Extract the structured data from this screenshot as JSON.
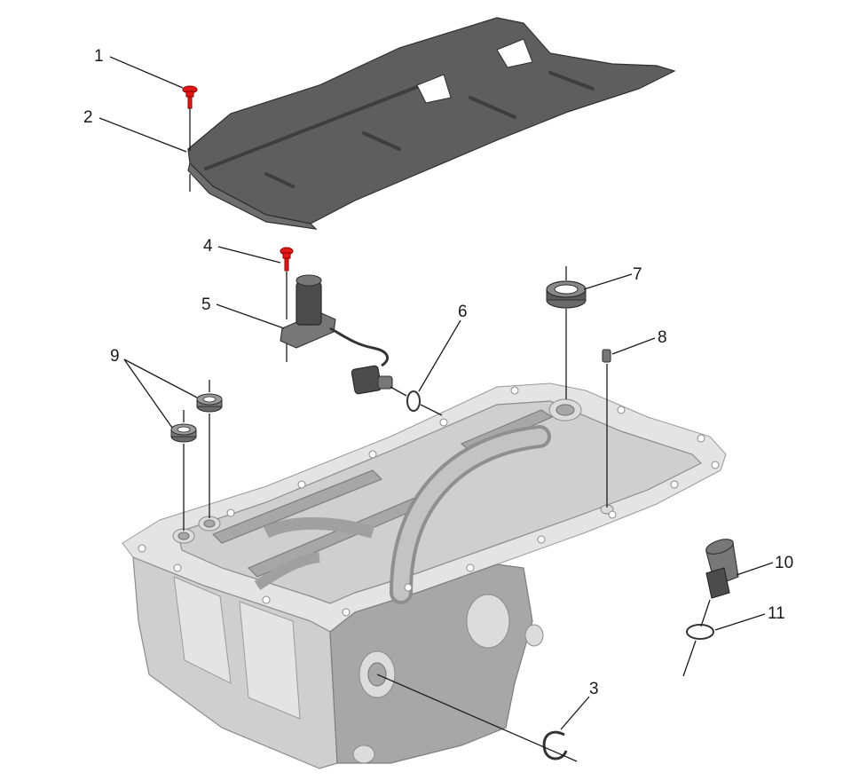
{
  "callouts": [
    {
      "id": "1",
      "label": "1"
    },
    {
      "id": "2",
      "label": "2"
    },
    {
      "id": "3",
      "label": "3"
    },
    {
      "id": "4",
      "label": "4"
    },
    {
      "id": "5",
      "label": "5"
    },
    {
      "id": "6",
      "label": "6"
    },
    {
      "id": "7",
      "label": "7"
    },
    {
      "id": "8",
      "label": "8"
    },
    {
      "id": "9",
      "label": "9"
    },
    {
      "id": "10",
      "label": "10"
    },
    {
      "id": "11",
      "label": "11"
    }
  ],
  "colors": {
    "fastener_highlight": "#e01818",
    "shield": "#5e5e5e",
    "pan_metal": "#cfcfcf",
    "lines": "#1a1a1a"
  }
}
